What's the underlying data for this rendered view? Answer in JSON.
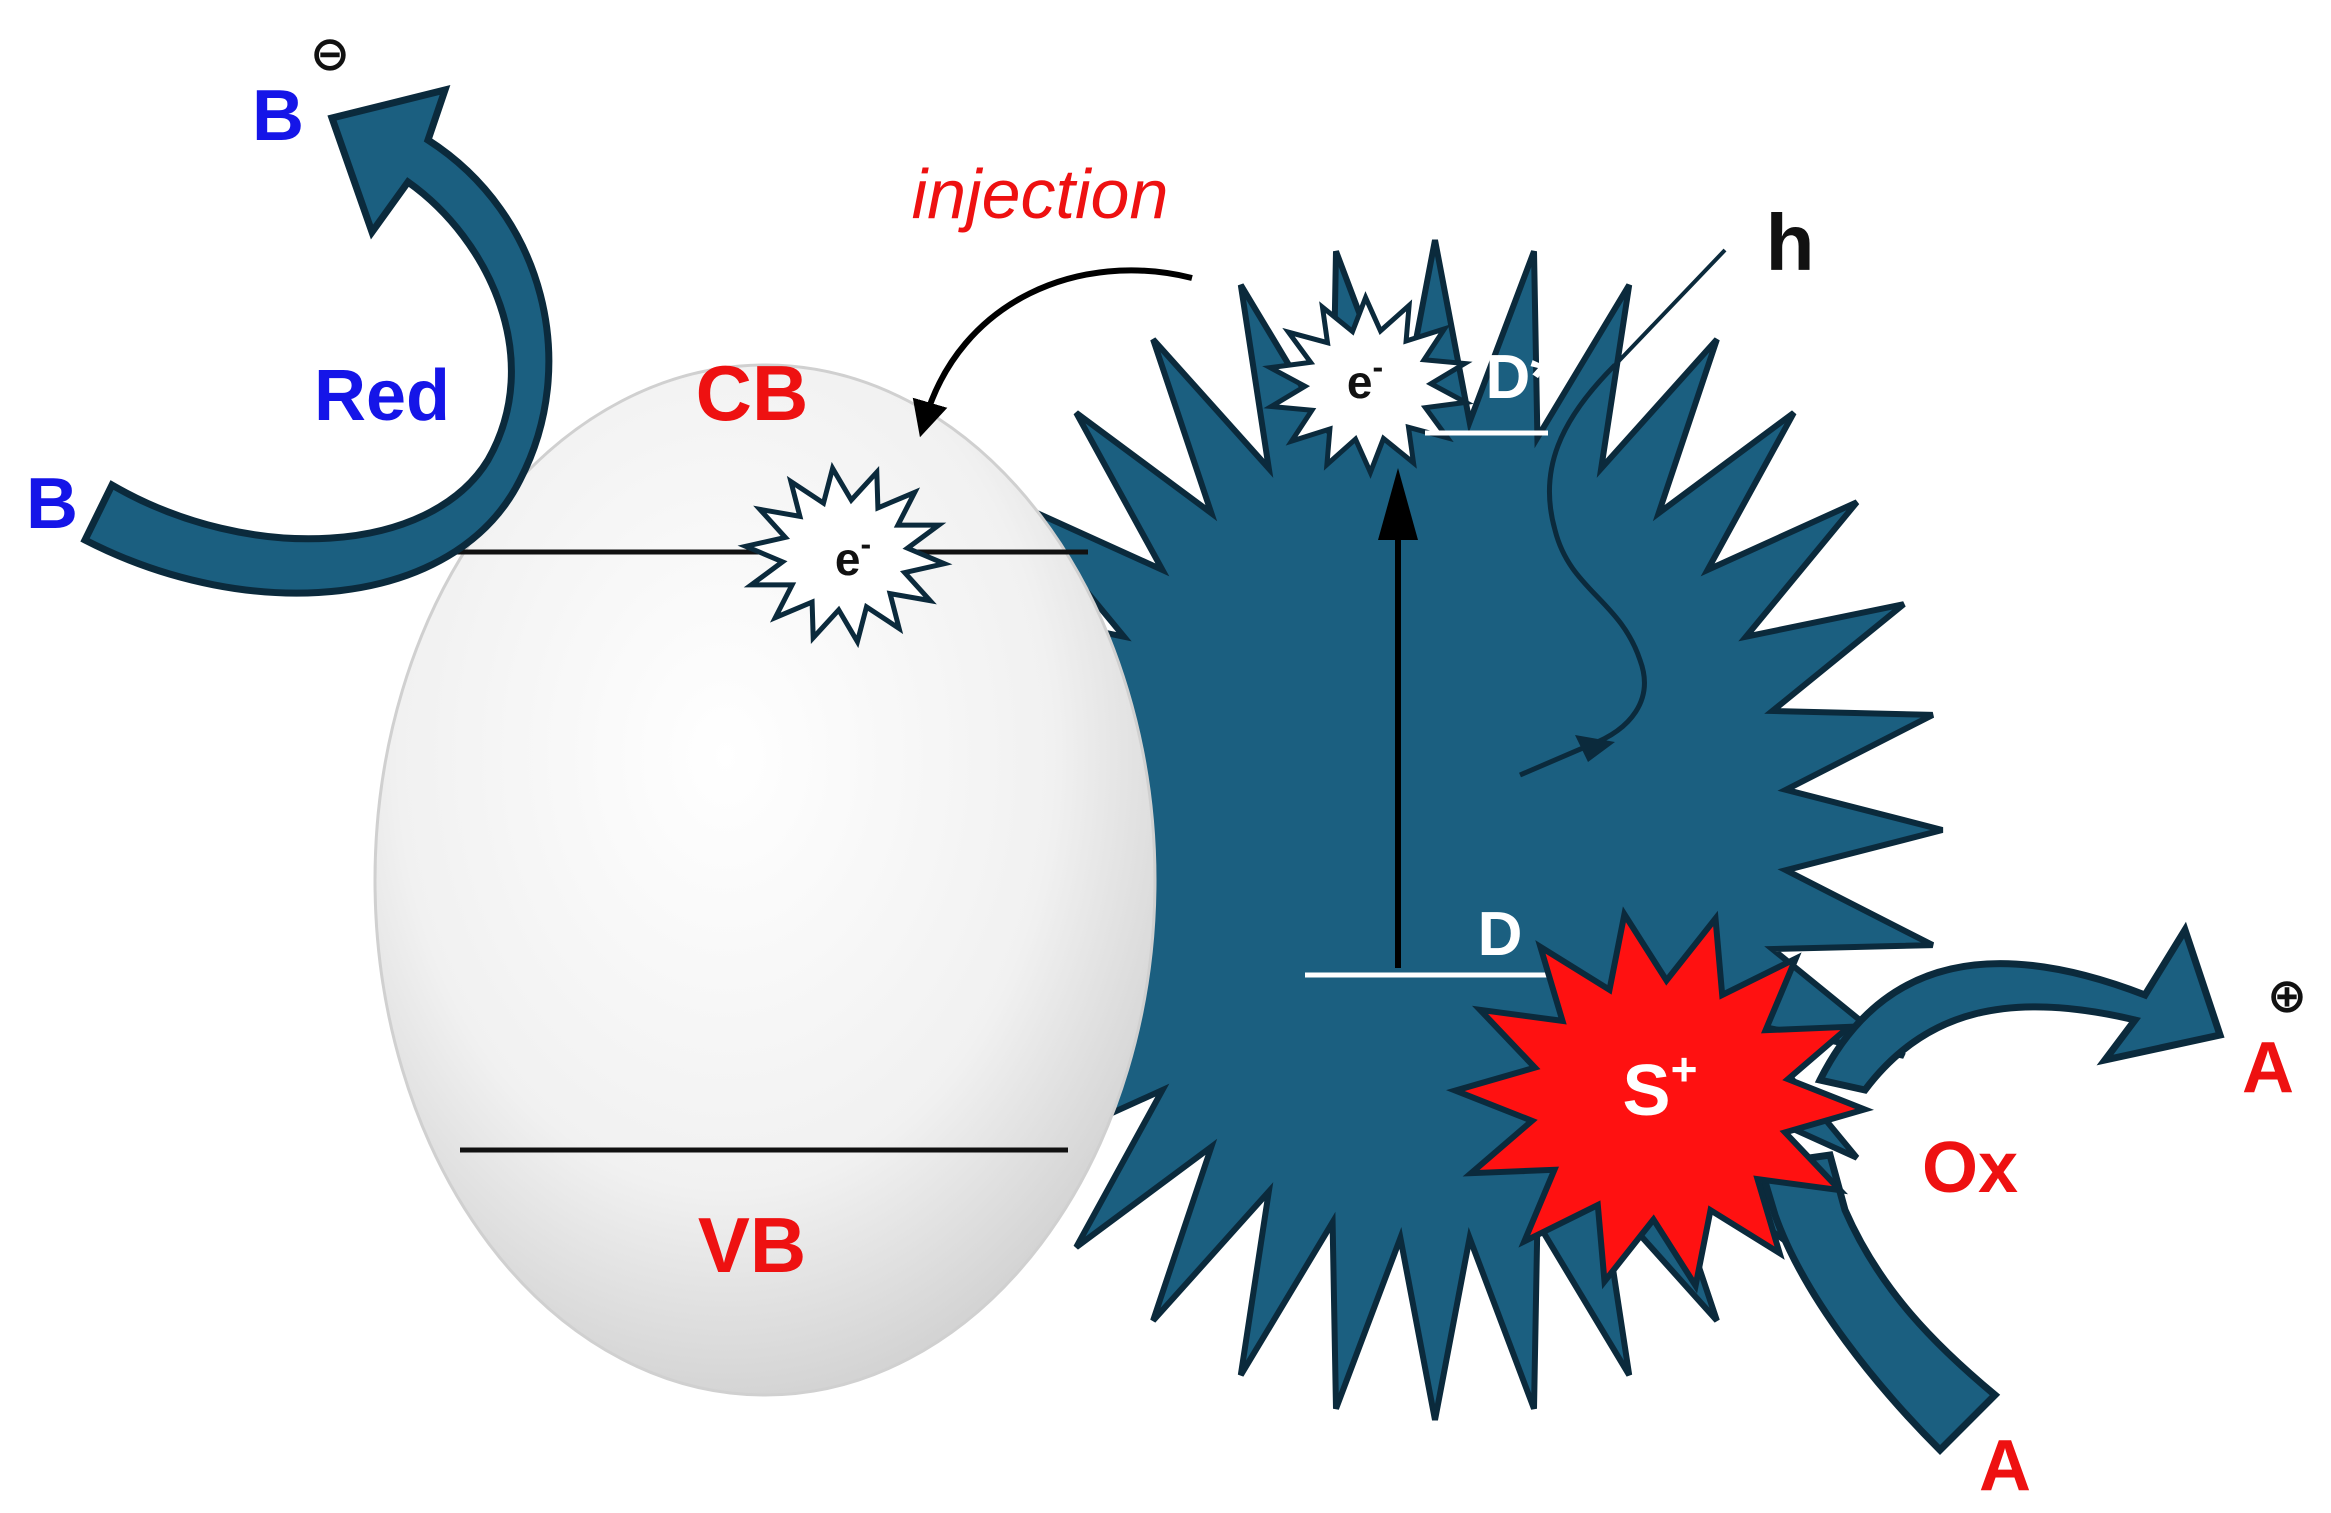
{
  "labels": {
    "b_minus": "B",
    "b_minus_charge": "⊖",
    "b": "B",
    "red": "Red",
    "cb": "CB",
    "vb": "VB",
    "injection": "injection",
    "e_cb": "e",
    "e_cb_sup": "-",
    "e_dye": "e",
    "e_dye_sup": "-",
    "d_star": "D*",
    "d": "D",
    "h": "h",
    "s_plus": "S",
    "s_plus_sup": "+",
    "ox": "Ox",
    "a": "A",
    "a_plus": "A",
    "a_plus_charge": "⊕"
  },
  "colors": {
    "dye": "#1b5f80",
    "dye_outline": "#0b2a3c",
    "arrow": "#1b5f80",
    "oxidized": "#ff1111",
    "reduction_text": "#1515e8",
    "oxidation_text": "#ee1111",
    "semiconductor": "#e6e6e6"
  }
}
